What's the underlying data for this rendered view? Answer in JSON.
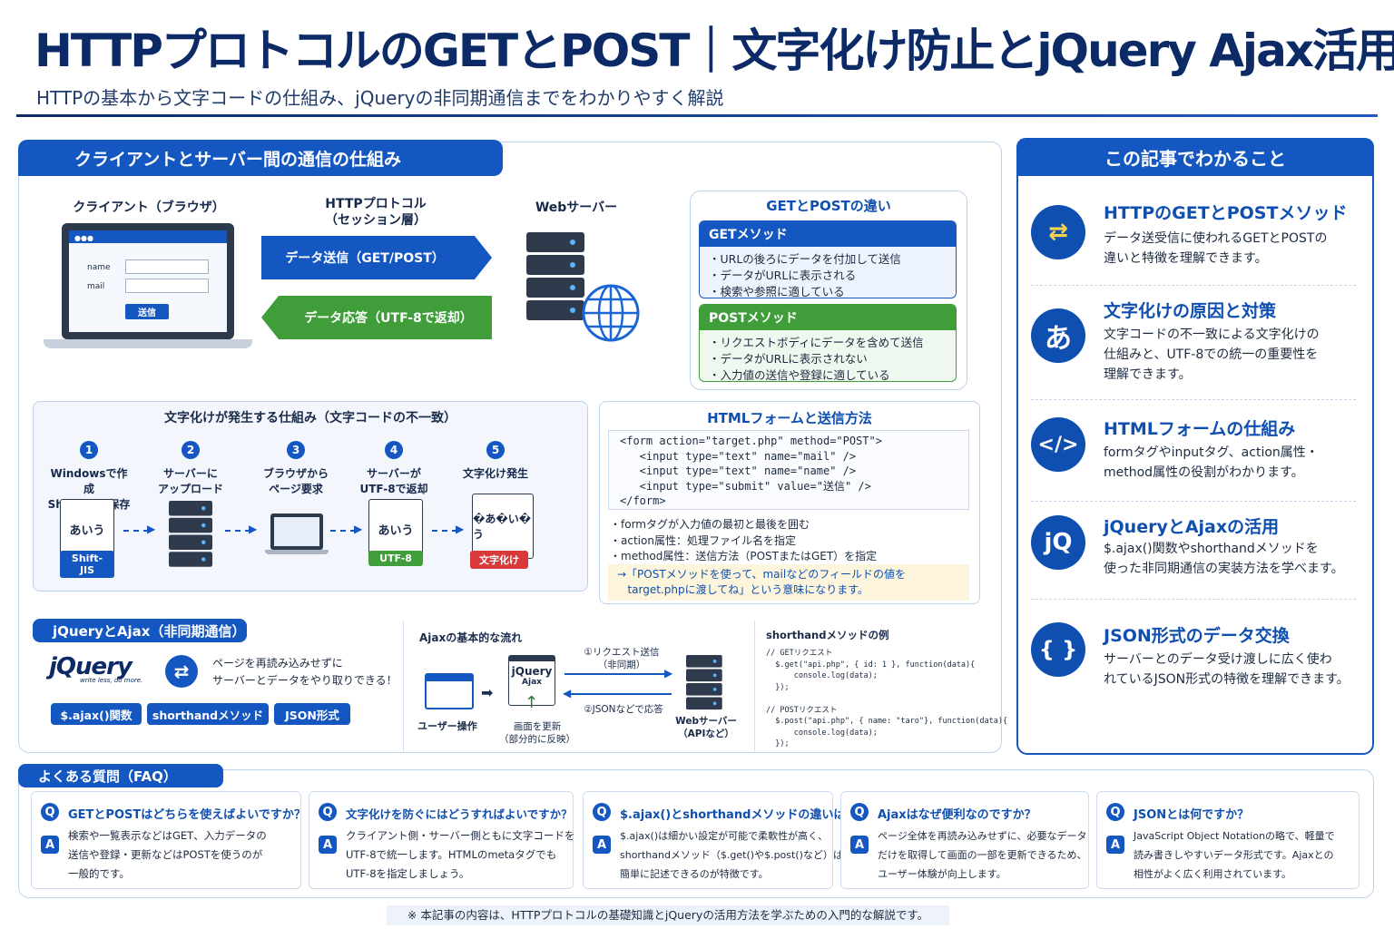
{
  "header": {
    "title": "HTTPプロトコルのGETとPOST｜文字化け防止とjQuery Ajax活用法",
    "subtitle": "HTTPの基本から文字コードの仕組み、jQueryの非同期通信までをわかりやすく解説"
  },
  "comm": {
    "header": "クライアントとサーバー間の通信の仕組み",
    "client_label": "クライアント（ブラウザ）",
    "protocol_label": "HTTPプロトコル\n（セッション層）",
    "server_label": "Webサーバー",
    "form_name": "name",
    "form_mail": "mail",
    "form_submit": "送信",
    "send_arrow": "データ送信（GET/POST）",
    "response_arrow": "データ応答（UTF-8で返却）"
  },
  "getpost": {
    "title": "GETとPOSTの違い",
    "get_title": "GETメソッド",
    "get_items": [
      "・URLの後ろにデータを付加して送信",
      "・データがURLに表示される",
      "・検索や参照に適している"
    ],
    "post_title": "POSTメソッド",
    "post_items": [
      "・リクエストボディにデータを含めて送信",
      "・データがURLに表示されない",
      "・入力値の送信や登録に適している"
    ]
  },
  "mojibake": {
    "title": "文字化けが発生する仕組み（文字コードの不一致）",
    "steps": [
      {
        "num": "1",
        "text": "Windowsで作成\nShift-JISで保存",
        "doc": "あいう",
        "tag": "Shift-JIS"
      },
      {
        "num": "2",
        "text": "サーバーに\nアップロード"
      },
      {
        "num": "3",
        "text": "ブラウザから\nページ要求"
      },
      {
        "num": "4",
        "text": "サーバーが\nUTF-8で返却",
        "doc": "あいう",
        "tag": "UTF-8"
      },
      {
        "num": "5",
        "text": "文字化け発生",
        "doc": "�あ�い�う",
        "tag": "文字化け"
      }
    ]
  },
  "htmlform": {
    "title": "HTMLフォームと送信方法",
    "code": "<form action=\"target.php\" method=\"POST\">\n   <input type=\"text\" name=\"mail\" />\n   <input type=\"text\" name=\"name\" />\n   <input type=\"submit\" value=\"送信\" />\n</form>",
    "notes": [
      "・formタグが入力値の最初と最後を囲む",
      "・action属性：処理ファイル名を指定",
      "・method属性：送信方法（POSTまたはGET）を指定"
    ],
    "explain": "→「POSTメソッドを使って、mailなどのフィールドの値を\n   target.phpに渡してね」という意味になります。"
  },
  "jquery": {
    "title": "jQueryとAjax（非同期通信）",
    "logo": "jQuery",
    "logo_sub": "write less, do more.",
    "desc": "ページを再読み込みせずに\nサーバーとデータをやり取りできる！",
    "pills": [
      "$.ajax()関数",
      "shorthandメソッド",
      "JSON形式"
    ],
    "flow_title": "Ajaxの基本的な流れ",
    "user_op": "ユーザー操作",
    "jq_box": "jQuery",
    "jq_box_sub": "Ajax",
    "req": "①リクエスト送信\n（非同期）",
    "res": "②JSONなどで応答",
    "update": "画面を更新\n（部分的に反映）",
    "server": "Webサーバー\n（APIなど）",
    "sh_title": "shorthandメソッドの例",
    "sh_code": "// GETリクエスト\n  $.get(\"api.php\", { id: 1 }, function(data){\n      console.log(data);\n  });\n\n// POSTリクエスト\n  $.post(\"api.php\", { name: \"taro\"}, function(data){\n      console.log(data);\n  });"
  },
  "sidebar": {
    "title": "この記事でわかること",
    "items": [
      {
        "icon": "⇄",
        "title": "HTTPのGETとPOSTメソッド",
        "desc": "データ送受信に使われるGETとPOSTの\n違いと特徴を理解できます。"
      },
      {
        "icon": "あ",
        "title": "文字化けの原因と対策",
        "desc": "文字コードの不一致による文字化けの\n仕組みと、UTF-8での統一の重要性を\n理解できます。"
      },
      {
        "icon": "</>",
        "title": "HTMLフォームの仕組み",
        "desc": "formタグやinputタグ、action属性・\nmethod属性の役割がわかります。"
      },
      {
        "icon": "jQ",
        "title": "jQueryとAjaxの活用",
        "desc": "$.ajax()関数やshorthandメソッドを\n使った非同期通信の実装方法を学べます。"
      },
      {
        "icon": "{ }",
        "title": "JSON形式のデータ交換",
        "desc": "サーバーとのデータ受け渡しに広く使わ\nれているJSON形式の特徴を理解できます。"
      }
    ]
  },
  "faq": {
    "title": "よくある質問（FAQ）",
    "q_icon": "Q",
    "a_icon": "A",
    "items": [
      {
        "q": "GETとPOSTはどちらを使えばよいですか？",
        "a": "検索や一覧表示などはGET、入力データの\n送信や登録・更新などはPOSTを使うのが\n一般的です。"
      },
      {
        "q": "文字化けを防ぐにはどうすればよいですか？",
        "a": "クライアント側・サーバー側ともに文字コードを\nUTF-8で統一します。HTMLのmetaタグでも\nUTF-8を指定しましょう。"
      },
      {
        "q": "$.ajax()とshorthandメソッドの違いは？",
        "a": "$.ajax()は細かい設定が可能で柔軟性が高く、\nshorthandメソッド（$.get()や$.post()など）は\n簡単に記述できるのが特徴です。"
      },
      {
        "q": "Ajaxはなぜ便利なのですか？",
        "a": "ページ全体を再読み込みせずに、必要なデータ\nだけを取得して画面の一部を更新できるため、\nユーザー体験が向上します。"
      },
      {
        "q": "JSONとは何ですか？",
        "a": "JavaScript Object Notationの略で、軽量で\n読み書きしやすいデータ形式です。Ajaxとの\n相性がよく広く利用されています。"
      }
    ]
  },
  "footer": {
    "note": "※ 本記事の内容は、HTTPプロトコルの基礎知識とjQueryの活用方法を学ぶための入門的な解説です。"
  },
  "colors": {
    "primary": "#1557c0",
    "green": "#3f9e3a",
    "red": "#d83a3a",
    "navy": "#0b2a66"
  }
}
